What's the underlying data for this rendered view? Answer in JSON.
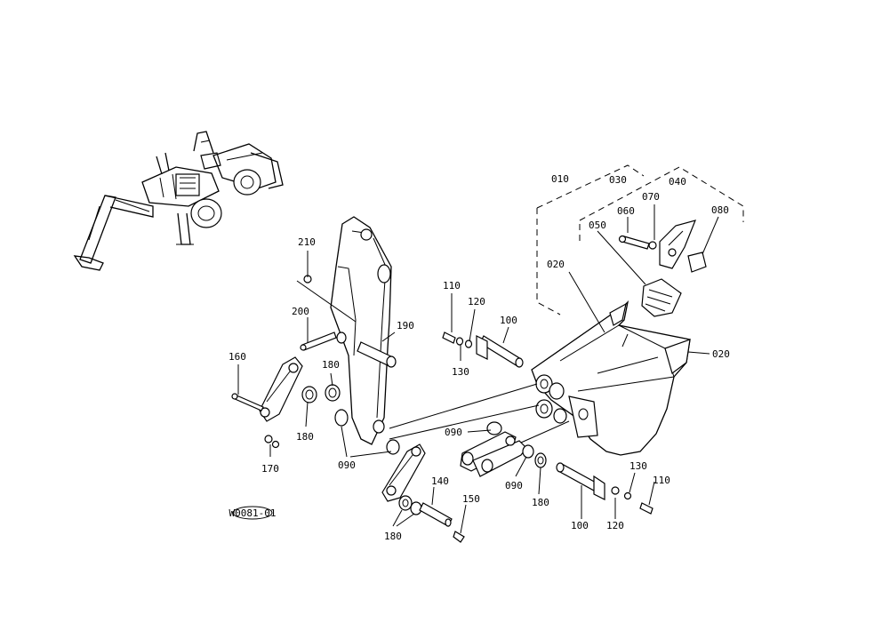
{
  "labels": {
    "p010": "010",
    "p030": "030",
    "p070": "070",
    "p040": "040",
    "p060": "060",
    "p080": "080",
    "p050": "050",
    "p020a": "020",
    "p020b": "020",
    "p210": "210",
    "p200": "200",
    "p110a": "110",
    "p120a": "120",
    "p100a": "100",
    "p190": "190",
    "p130a": "130",
    "p160": "160",
    "p180a": "180",
    "p180b": "180",
    "p170": "170",
    "p090a": "090",
    "p090b": "090",
    "p090c": "090",
    "p180c": "180",
    "p130b": "130",
    "p110b": "110",
    "p140": "140",
    "p150": "150",
    "p180d": "180",
    "p100b": "100",
    "p120b": "120",
    "stamp": "W0081-01"
  }
}
